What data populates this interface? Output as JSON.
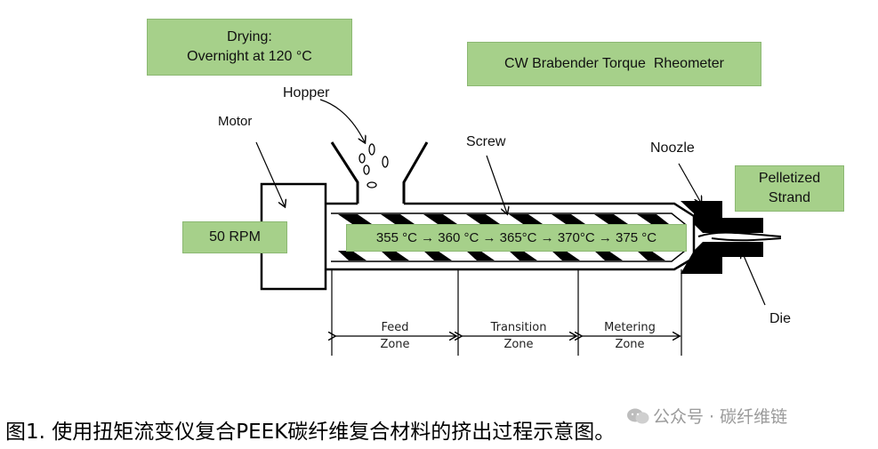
{
  "boxes": {
    "drying": "Drying:\nOvernight at 120 °C",
    "rheometer": "CW Brabender Torque  Rheometer",
    "pelletized": "Pelletized\nStrand",
    "rpm": "50 RPM",
    "temps": "355 °C → 360 °C → 365°C → 370°C → 375 °C"
  },
  "labels": {
    "hopper": "Hopper",
    "motor": "Motor",
    "screw": "Screw",
    "noozle": "Noozle",
    "die": "Die"
  },
  "zones": {
    "feed": "Feed\nZone",
    "transition": "Transition\nZone",
    "metering": "Metering\nZone"
  },
  "caption": "图1. 使用扭矩流变仪复合PEEK碳纤维复合材料的挤出过程示意图。",
  "watermark": "公众号 · 碳纤维链",
  "colors": {
    "box_fill": "#a6d08a",
    "line": "#000000"
  }
}
